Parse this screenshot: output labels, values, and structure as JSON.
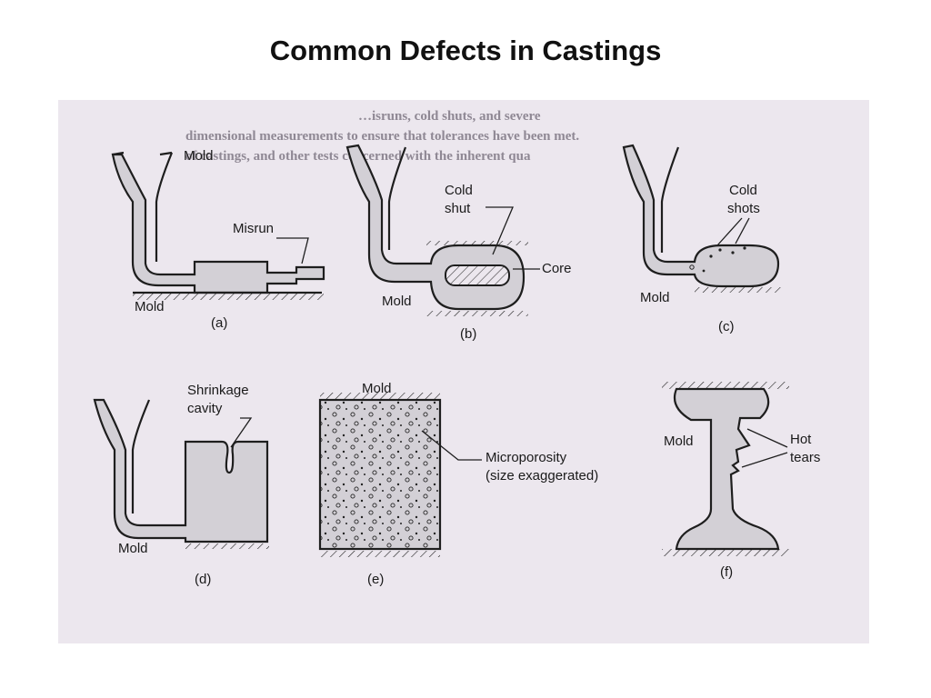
{
  "slide": {
    "title": "Common Defects in Castings"
  },
  "scan_background_text": {
    "line_1": "…isruns, cold shuts, and severe",
    "line_2": "dimensional measurements to ensure that tolerances have been met.",
    "line_3": "of castings, and other tests concerned with the inherent qua"
  },
  "panels": {
    "a": {
      "caption": "(a)",
      "mold_top": "Mold",
      "mold_bottom": "Mold",
      "defect": "Misrun"
    },
    "b": {
      "caption": "(b)",
      "mold": "Mold",
      "defect_line1": "Cold",
      "defect_line2": "shut",
      "core": "Core"
    },
    "c": {
      "caption": "(c)",
      "mold": "Mold",
      "defect_line1": "Cold",
      "defect_line2": "shots"
    },
    "d": {
      "caption": "(d)",
      "mold": "Mold",
      "defect_line1": "Shrinkage",
      "defect_line2": "cavity"
    },
    "e": {
      "caption": "(e)",
      "mold": "Mold",
      "defect_line1": "Microporosity",
      "defect_line2": "(size exaggerated)"
    },
    "f": {
      "caption": "(f)",
      "mold": "Mold",
      "defect_line1": "Hot",
      "defect_line2": "tears"
    }
  }
}
